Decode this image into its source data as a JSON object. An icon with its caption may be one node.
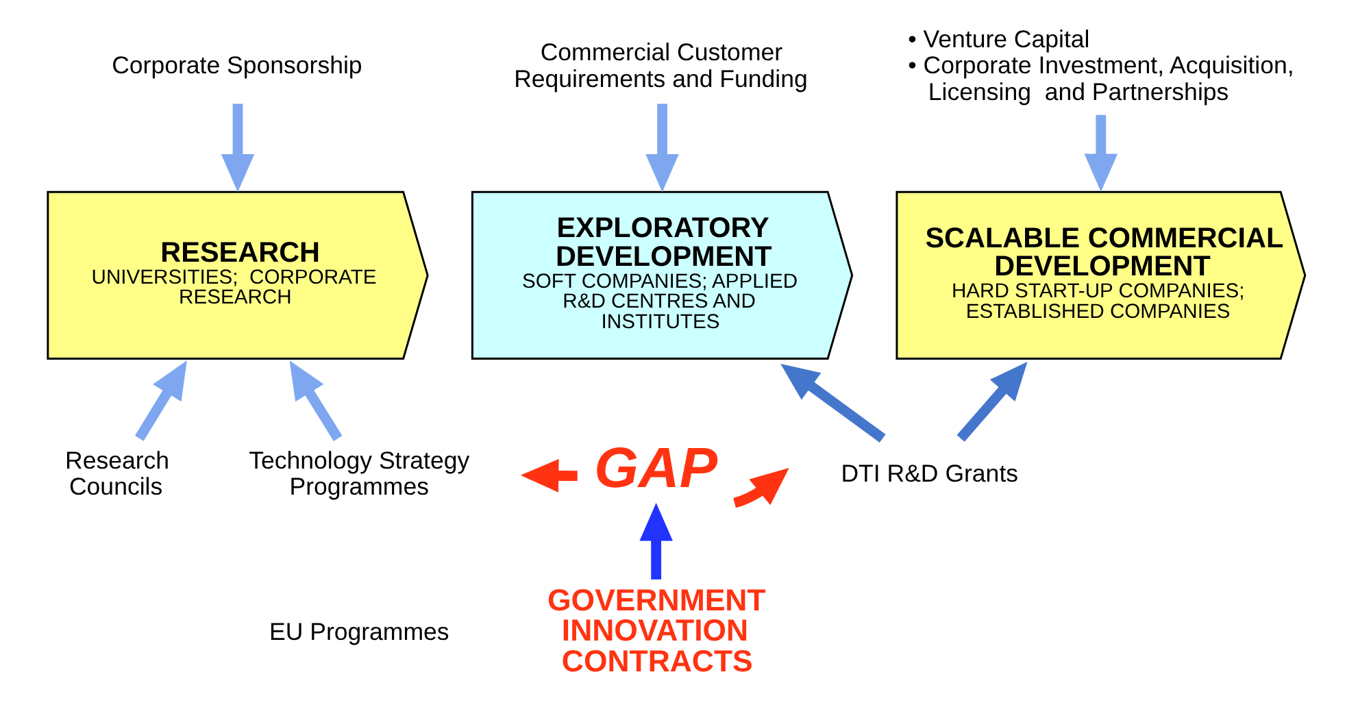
{
  "diagram": {
    "nodes": [
      {
        "text": [
          "Corporate Sponsorship"
        ]
      },
      {
        "text": [
          "Commercial Customer Requirements and Funding"
        ]
      },
      {
        "text": [
          "• Venture Capital",
          "• Corporate Investment, Acquisition, Licensing  and Partnerships"
        ]
      },
      {
        "text": [
          "RESEARCH",
          "UNIVERSITIES;  CORPORATE RESEARCH"
        ]
      },
      {
        "text": [
          "EXPLORATORY DEVELOPMENT",
          "SOFT COMPANIES; APPLIED R&D CENTRES AND INSTITUTES"
        ]
      },
      {
        "text": [
          "SCALABLE COMMERCIAL DEVELOPMENT",
          "HARD START-UP COMPANIES; ESTABLISHED COMPANIES"
        ]
      },
      {
        "text": [
          "Research Councils"
        ]
      },
      {
        "text": [
          "Technology Strategy Programmes"
        ]
      },
      {
        "text": [
          "GAP"
        ]
      },
      {
        "text": [
          "GOVERNMENT INNOVATION CONTRACTS"
        ]
      },
      {
        "text": [
          "DTI R&D Grants"
        ]
      }
    ],
    "edges": [
      {
        "from": 0,
        "to": 3,
        "arrow": "to"
      },
      {
        "from": 1,
        "to": 4,
        "arrow": "to"
      },
      {
        "from": 2,
        "to": 5,
        "arrow": "to"
      },
      {
        "from": 6,
        "to": 3,
        "arrow": "to"
      },
      {
        "from": 7,
        "to": 3,
        "arrow": "to"
      },
      {
        "from": 8,
        "to": null,
        "arrow": "to",
        "color": "#ff3311"
      },
      {
        "from": 8,
        "to": null,
        "arrow": "to",
        "color": "#ff3311"
      },
      {
        "from": 9,
        "to": 8,
        "arrow": "to",
        "color": "#2233ff"
      },
      {
        "from": 10,
        "to": 4,
        "arrow": "to",
        "color": "#4477cc"
      },
      {
        "from": 10,
        "to": 5,
        "arrow": "to",
        "color": "#4477cc"
      }
    ],
    "labels": [
      "EU Programmes"
    ]
  }
}
